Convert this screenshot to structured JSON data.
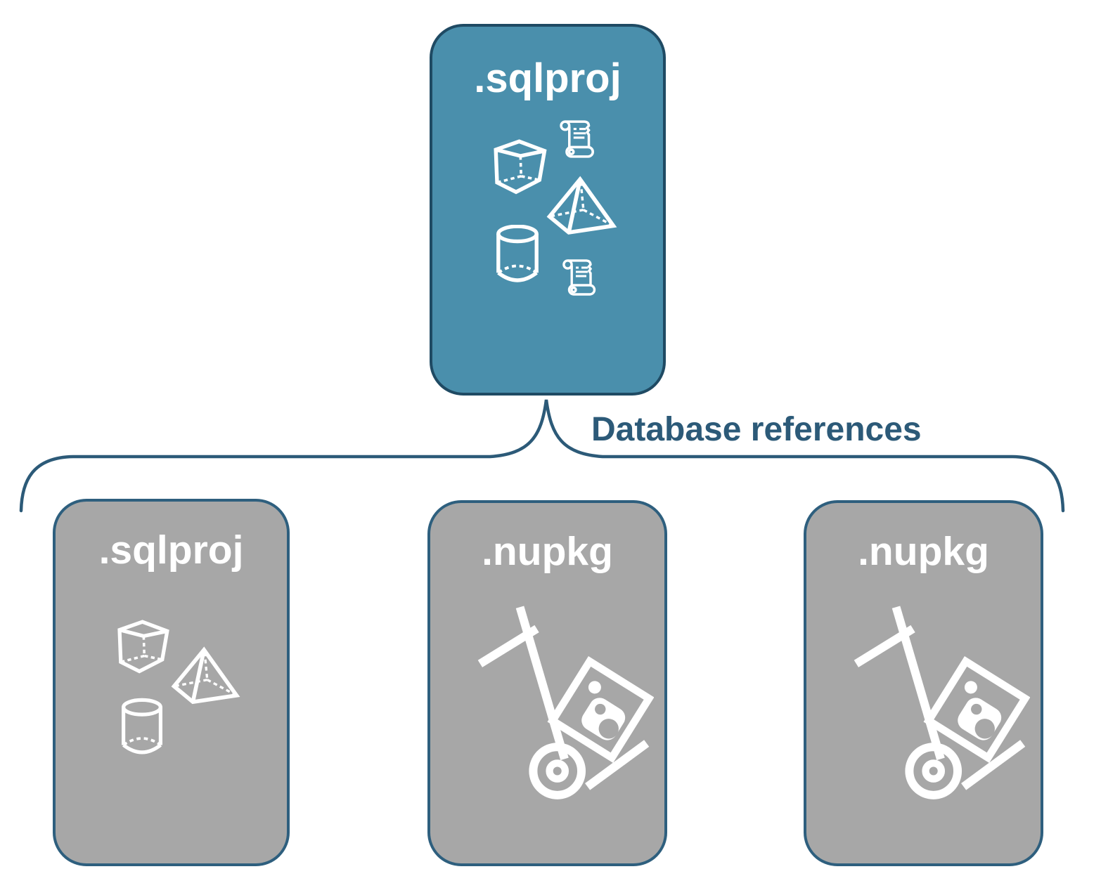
{
  "diagram": {
    "main_card": {
      "label": ".sqlproj",
      "icons": [
        "script-scroll-icon",
        "cube-icon",
        "pyramid-icon",
        "database-cylinder-icon",
        "script-scroll-icon"
      ]
    },
    "connector": {
      "label": "Database references"
    },
    "child_cards": [
      {
        "label": ".sqlproj",
        "icons": [
          "cube-icon",
          "pyramid-icon",
          "database-cylinder-icon"
        ]
      },
      {
        "label": ".nupkg",
        "icons": [
          "package-dolly-icon"
        ]
      },
      {
        "label": ".nupkg",
        "icons": [
          "package-dolly-icon"
        ]
      }
    ],
    "colors": {
      "main_fill": "#4a8fac",
      "main_border": "#1f4a63",
      "child_fill": "#a7a7a7",
      "child_border": "#2e5f7e",
      "connector": "#2c5a78",
      "icon": "#ffffff"
    }
  }
}
